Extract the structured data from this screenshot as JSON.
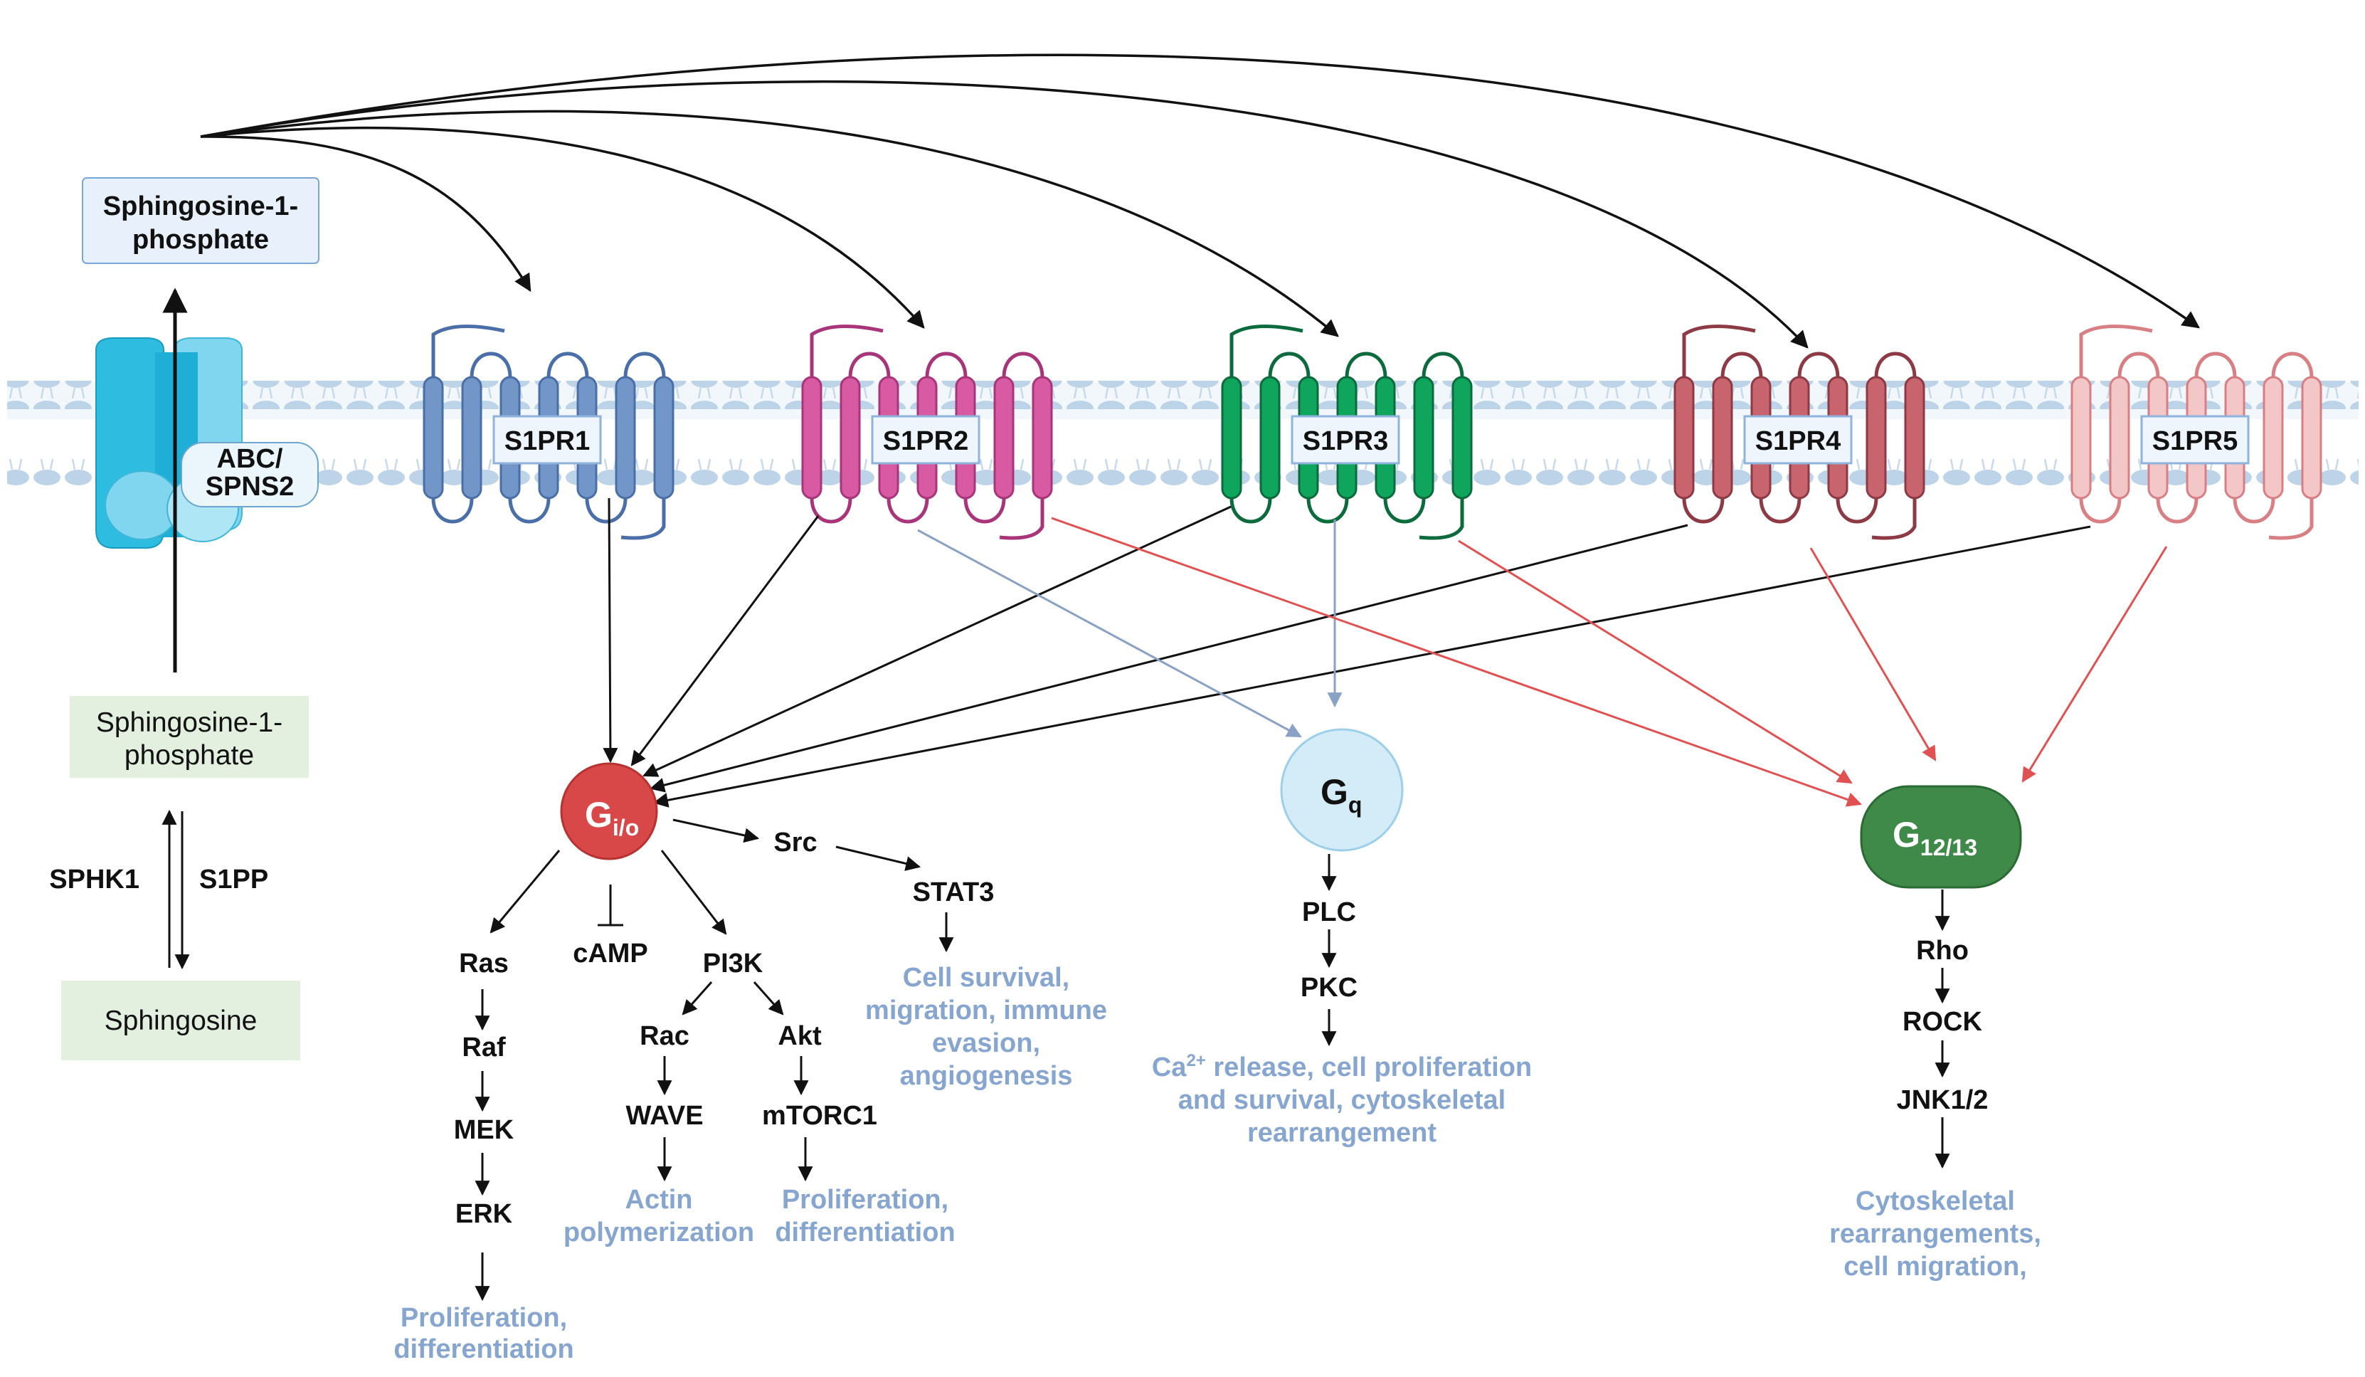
{
  "colors": {
    "s1pr1": "#7396c8",
    "s1pr2": "#d85aa3",
    "s1pr3": "#10a55d",
    "s1pr4": "#c8646e",
    "s1pr5": "#f3c6c8",
    "gio": "#d94848",
    "gq": "#d4ecf8",
    "g1213": "#3f8a49",
    "outcome": "#86a5cf",
    "red_arrow": "#e05252",
    "blue_arrow": "#8aa1c6"
  },
  "ligand": {
    "extracellular_line1": "Sphingosine-1-",
    "extracellular_line2": "phosphate",
    "intracellular_line1": "Sphingosine-1-",
    "intracellular_line2": "phosphate",
    "precursor": "Sphingosine"
  },
  "transporter": {
    "line1": "ABC/",
    "line2": "SPNS2"
  },
  "enzymes": {
    "kinase": "SPHK1",
    "phosphatase": "S1PP"
  },
  "receptors": [
    "S1PR1",
    "S1PR2",
    "S1PR3",
    "S1PR4",
    "S1PR5"
  ],
  "g_proteins": {
    "gio": {
      "base": "G",
      "sub": "i/o"
    },
    "gq": {
      "base": "G",
      "sub": "q"
    },
    "g1213": {
      "base": "G",
      "sub": "12/13"
    }
  },
  "gio_path": {
    "ras": "Ras",
    "raf": "Raf",
    "mek": "MEK",
    "erk": "ERK",
    "erk_outcome": [
      "Proliferation,",
      "differentiation"
    ],
    "camp": "cAMP",
    "pi3k": "PI3K",
    "rac": "Rac",
    "wave": "WAVE",
    "wave_outcome": [
      "Actin",
      "polymerization"
    ],
    "akt": "Akt",
    "mtorc1": "mTORC1",
    "mtorc1_outcome": [
      "Proliferation,",
      "differentiation"
    ],
    "src": "Src",
    "stat3": "STAT3",
    "stat3_outcome": [
      "Cell survival,",
      "migration, immune",
      "evasion,",
      "angiogenesis"
    ]
  },
  "gq_path": {
    "plc": "PLC",
    "pkc": "PKC",
    "outcome_ca": "Ca",
    "outcome_sup": "2+",
    "outcome_line1_rest": " release, cell proliferation",
    "outcome_line2": "and survival, cytoskeletal",
    "outcome_line3": "rearrangement"
  },
  "g1213_path": {
    "rho": "Rho",
    "rock": "ROCK",
    "jnk": "JNK1/2",
    "outcome": [
      "Cytoskeletal",
      "rearrangements,",
      "cell migration,"
    ]
  }
}
